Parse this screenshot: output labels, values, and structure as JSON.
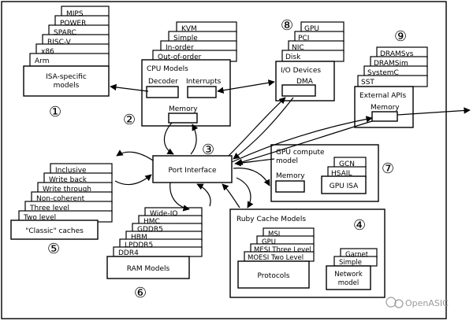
{
  "isa": {
    "stack": [
      "MIPS",
      "POWER",
      "SPARC",
      "RISC-V",
      "x86",
      "Arm"
    ],
    "title": "ISA-specific models",
    "number": "①"
  },
  "cpu": {
    "stack": [
      "KVM",
      "Simple",
      "In-order",
      "Out-of-order"
    ],
    "title": "CPU Models",
    "decoder": "Decoder",
    "interrupts": "Interrupts",
    "memory": "Memory",
    "number": "②"
  },
  "io": {
    "stack": [
      "GPU",
      "PCI",
      "NIC",
      "Disk"
    ],
    "title": "I/O Devices",
    "dma": "DMA",
    "number": "⑧"
  },
  "external": {
    "stack": [
      "DRAMSys",
      "DRAMSim",
      "SystemC",
      "SST"
    ],
    "title": "External APIs",
    "memory": "Memory",
    "number": "⑨"
  },
  "port": {
    "label": "Port Interface",
    "number": "③"
  },
  "gpu_compute": {
    "title": "GPU compute model",
    "memory": "Memory",
    "stack": [
      "GCN",
      "HSAIL",
      "GPU ISA"
    ],
    "number": "⑦"
  },
  "caches": {
    "stack": [
      "Inclusive",
      "Write back",
      "Write through",
      "Non-coherent",
      "Three level",
      "Two level"
    ],
    "title": "\"Classic\" caches",
    "number": "⑤"
  },
  "ram": {
    "stack": [
      "Wide-IO",
      "HMC",
      "GDDR5",
      "HBM",
      "LPDDR5",
      "DDR4"
    ],
    "title": "RAM Models",
    "number": "⑥"
  },
  "ruby": {
    "title": "Ruby Cache Models",
    "protocols_stack": [
      "MSI",
      "GPU",
      "MESI Three Level",
      "MOESI Two Level"
    ],
    "protocols": "Protocols",
    "network_stack": [
      "Garnet",
      "Simple"
    ],
    "network": "Network model",
    "number": "④"
  },
  "watermark": "OpenASIC"
}
